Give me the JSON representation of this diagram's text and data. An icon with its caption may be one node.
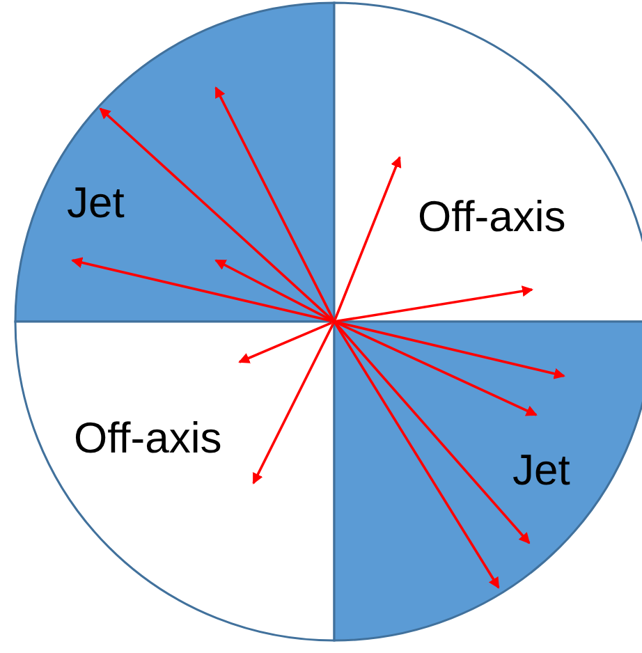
{
  "diagram": {
    "nodes": [
      {
        "text": [
          "Jet"
        ]
      },
      {
        "text": [
          "Off-axis"
        ]
      },
      {
        "text": [
          "Off-axis"
        ]
      },
      {
        "text": [
          "Jet"
        ]
      },
      {
        "text": [],
        "shape": "point"
      }
    ],
    "edges": [
      {
        "from": 4,
        "to": 0,
        "arrow": "to"
      },
      {
        "from": 4,
        "to": 0,
        "arrow": "to"
      },
      {
        "from": 4,
        "to": 0,
        "arrow": "to"
      },
      {
        "from": 4,
        "to": 0,
        "arrow": "to"
      },
      {
        "from": 4,
        "to": 1,
        "arrow": "to"
      },
      {
        "from": 4,
        "to": 1,
        "arrow": "to"
      },
      {
        "from": 4,
        "to": 3,
        "arrow": "to"
      },
      {
        "from": 4,
        "to": 3,
        "arrow": "to"
      },
      {
        "from": 4,
        "to": 3,
        "arrow": "to"
      },
      {
        "from": 4,
        "to": 3,
        "arrow": "to"
      },
      {
        "from": 4,
        "to": 2,
        "arrow": "to"
      },
      {
        "from": 4,
        "to": 2,
        "arrow": "to"
      }
    ]
  }
}
